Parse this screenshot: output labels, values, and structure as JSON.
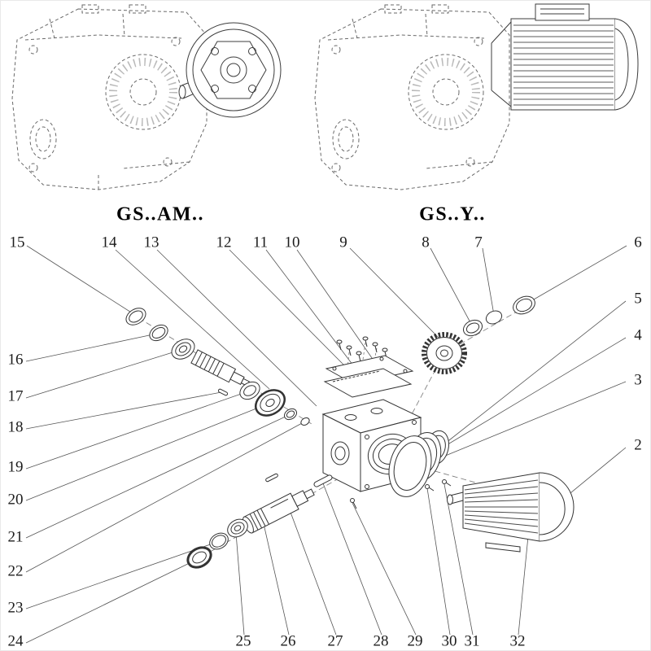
{
  "palette": {
    "ink": "#333333",
    "dashed_ink": "#6a6a6a",
    "leader_line": "#555555",
    "background": "#ffffff"
  },
  "models": {
    "left_label": "GS..AM..",
    "right_label": "GS..Y.."
  },
  "callouts": {
    "top": [
      "15",
      "14",
      "13",
      "12",
      "11",
      "10",
      "9",
      "8",
      "7",
      "6"
    ],
    "right": [
      "5",
      "4",
      "3",
      "2"
    ],
    "left": [
      "16",
      "17",
      "18",
      "19",
      "20",
      "21",
      "22",
      "23",
      "24"
    ],
    "bottom": [
      "25",
      "26",
      "27",
      "28",
      "29",
      "30",
      "31",
      "32"
    ]
  }
}
